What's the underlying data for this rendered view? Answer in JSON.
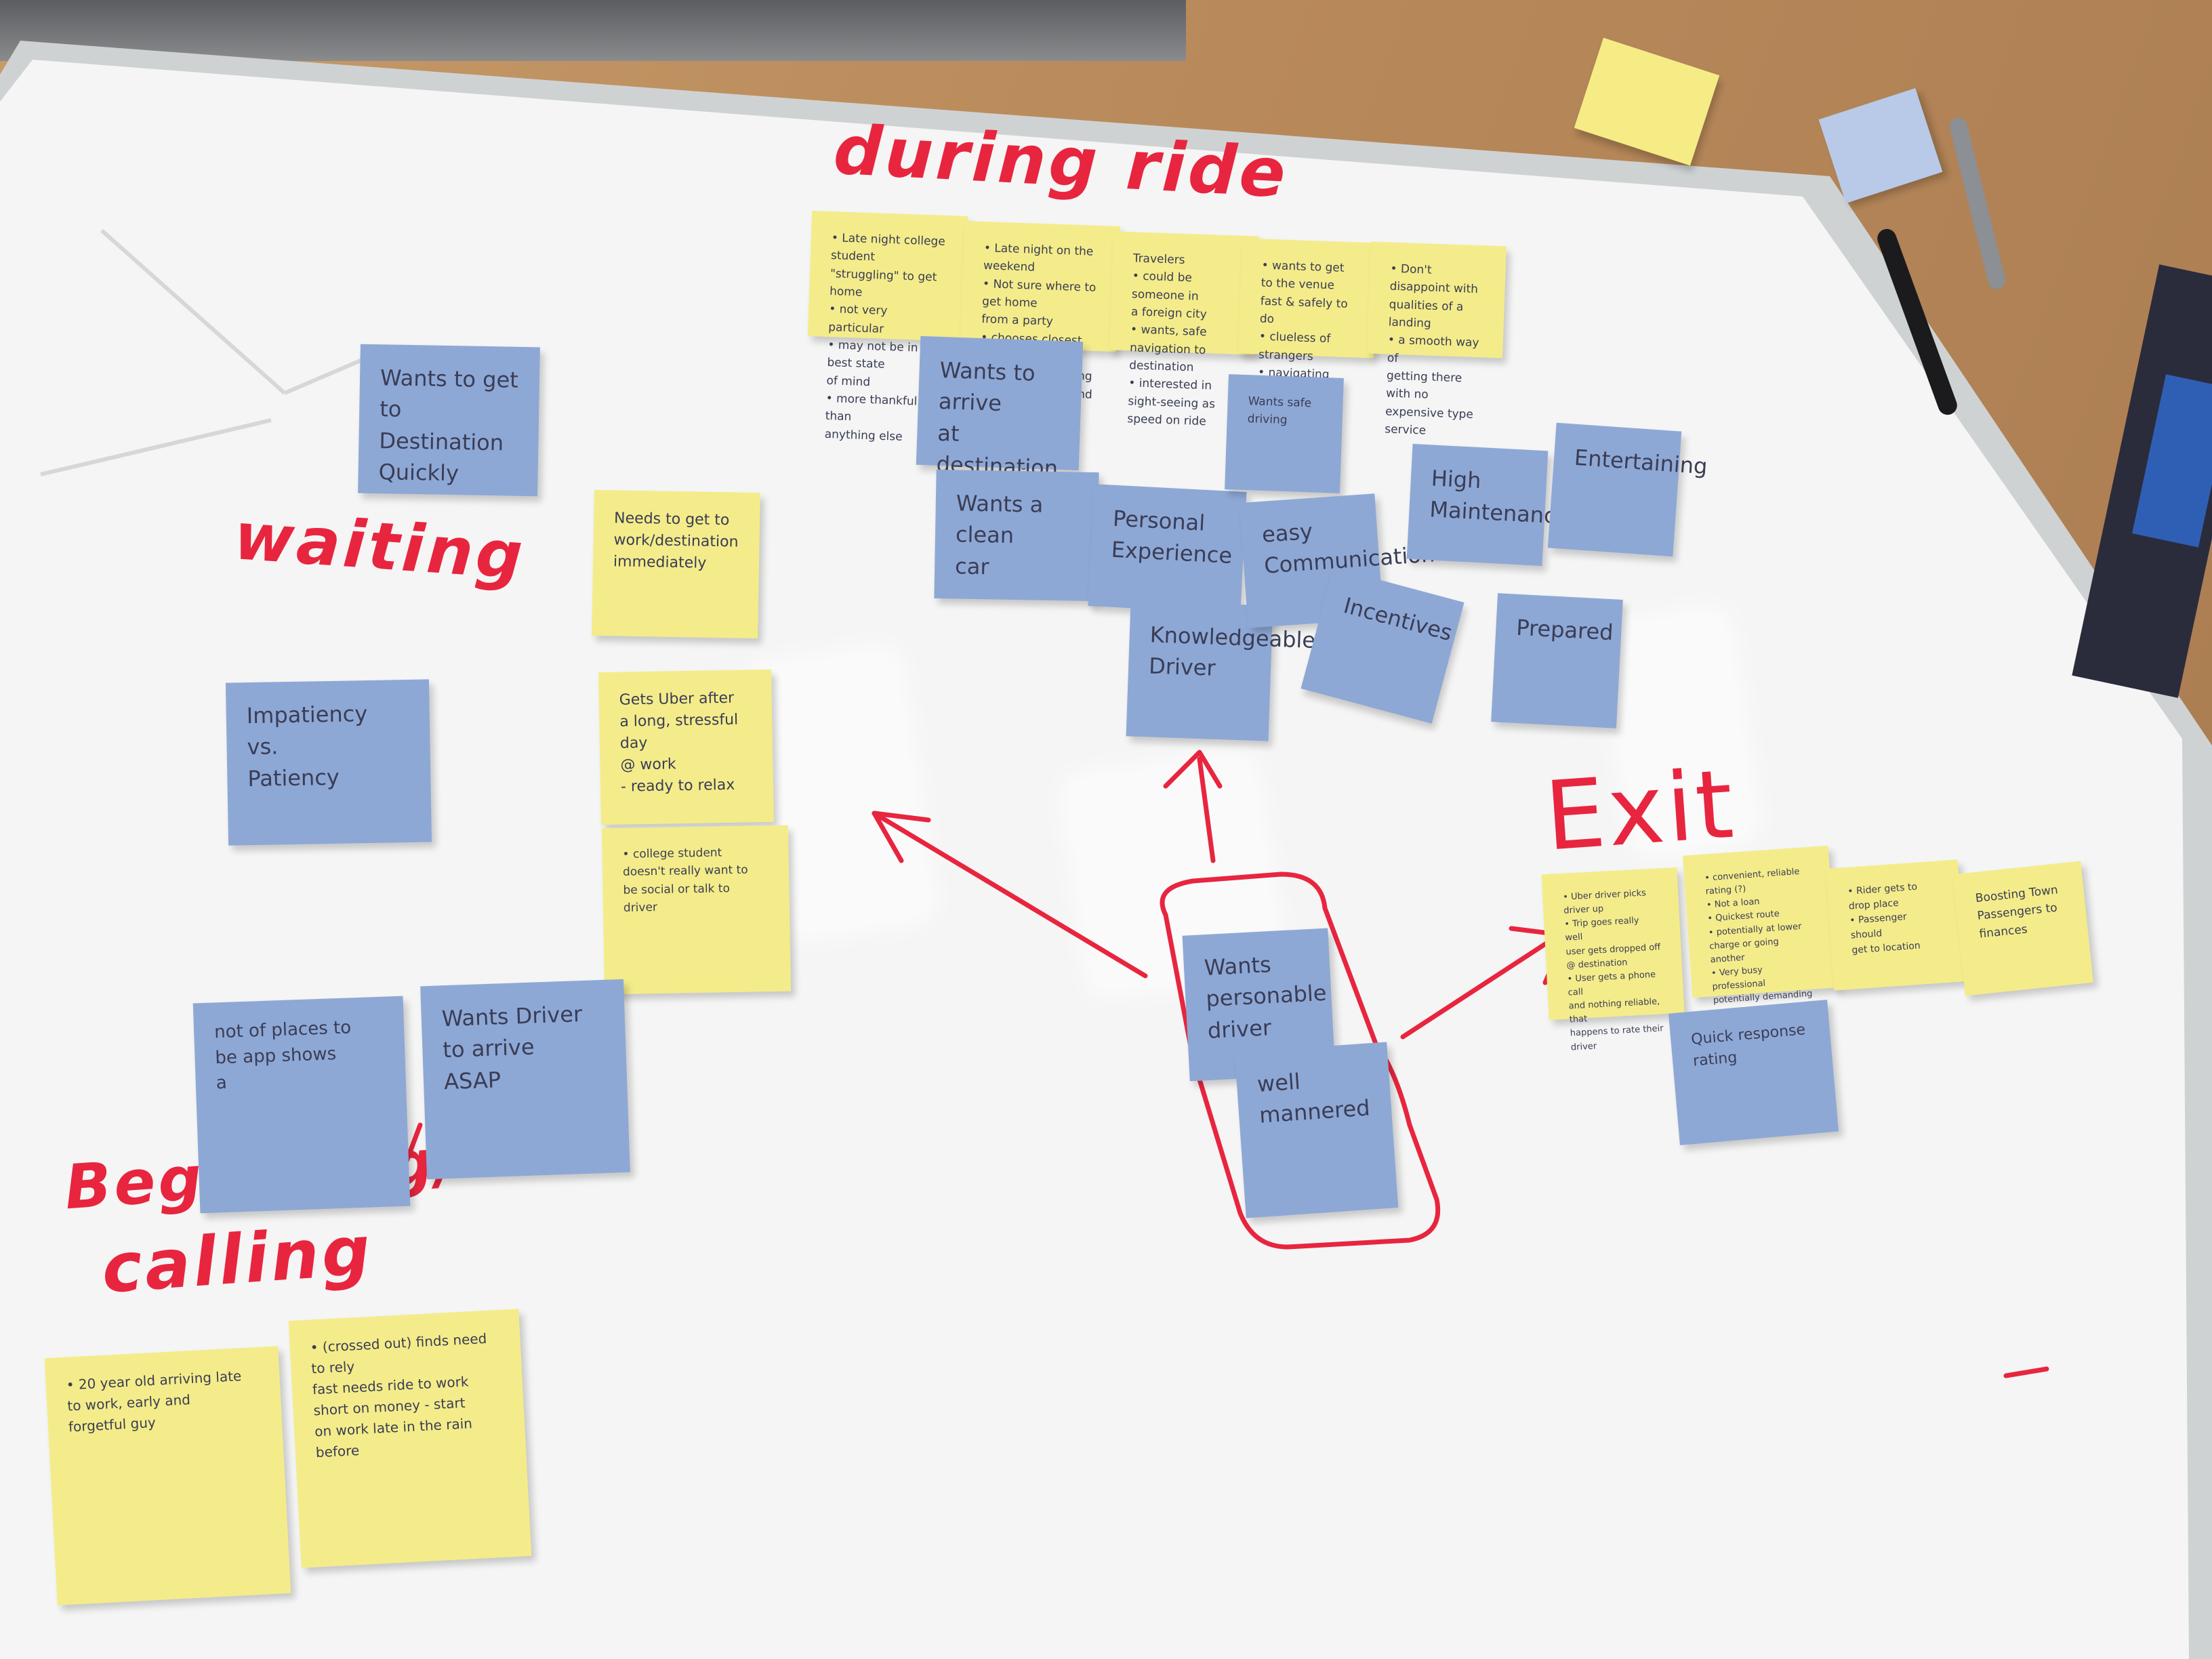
{
  "colors": {
    "marker_red": "#e8253f",
    "note_blue": "#8ea8d6",
    "note_yellow": "#f4ec8a",
    "board_white": "#f4f5f4",
    "frame_silver": "#cfd2d3",
    "desk_wood": "#b98d5c"
  },
  "headings": {
    "during_ride": "during ride",
    "waiting": "waiting",
    "exit": "Exit",
    "beginning_line1": "Beginning/",
    "beginning_line2": "calling"
  },
  "notes": {
    "n1": "Wants to get to\nDestination\nQuickly",
    "n2": "Needs to get to\nwork/destination\nimmediately",
    "n3": "Impatiency\nvs.\nPatiency",
    "n4": "Gets Uber after\na long, stressful day\n@ work\n- ready to relax",
    "n5": "• college student\ndoesn't really want to\nbe social or talk to\ndriver",
    "n6": "• Late night college student\n\"struggling\" to get home\n• not very particular\n• may not be in best state\nof mind\n• more thankful than\nanything else",
    "n7": "• Late night on the weekend\n• Not sure where to get home\nfrom a party\n• chooses closest uber driver\nregardless of rating\n• wants to stay and get food\nduring ride\n• driver doesn't care to get\nfood, then they'll leave off",
    "n8": "Travelers\n• could be someone in\na foreign city\n• wants, safe navigation to\ndestination\n• interested in sight-seeing as\nspeed on ride",
    "n9": "• wants to get to the venue\nfast & safely to do\n• clueless of strangers\n• navigating cheap fares",
    "n10": "• Don't disappoint with\nqualities of a landing\n• a smooth way of\ngetting there with no\nexpensive type service",
    "n11": "Wants to arrive\nat destination\nsafely",
    "n12": "Wants a clean\ncar",
    "n13": "Personal\nExperience",
    "n14": "Knowledgeable\nDriver",
    "n15": "Wants safe driving",
    "n16": "easy\nCommunication",
    "n17": "Incentives",
    "n18": "High\nMaintenance",
    "n19": "Entertaining",
    "n20": "Prepared",
    "n21": "Wants\npersonable\ndriver",
    "n22": "well\nmannered",
    "n23": "• Uber driver picks\ndriver up\n• Trip goes really well\nuser gets dropped off\n@ destination\n• User gets a phone call\nand nothing reliable, that\nhappens to rate their\ndriver",
    "n24": "• convenient, reliable\nrating (?)\n• Not a loan\n• Quickest route\n• potentially at lower\ncharge or going another\n• Very busy professional\npotentially demanding",
    "n25": "• Rider gets to\ndrop place\n• Passenger should\nget to location",
    "n26": "Boosting Town\nPassengers to\nfinances",
    "n27": "Quick response\nrating",
    "n28": "not of places to\nbe app shows\na",
    "n29": "Wants Driver\nto arrive\nASAP",
    "n30": "• 20 year old arriving late\nto work, early and\nforgetful guy",
    "n31": "• (crossed out) finds need to rely\nfast needs ride to work\nshort on money - start\non work late in the rain\nbefore"
  }
}
